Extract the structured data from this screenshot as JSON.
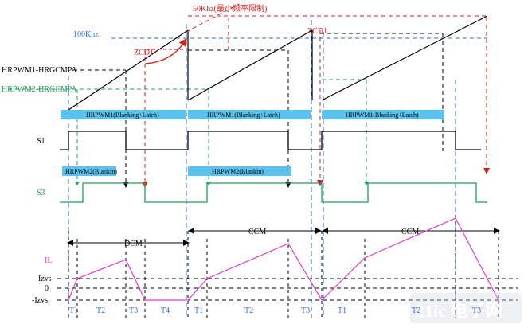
{
  "labels": {
    "freq_50k": "50Khz(最小频率限制)",
    "freq_100k": "100Khz",
    "zcd_left": "ZCD1",
    "zcd_right": "ZCD1",
    "hrpwm1_cmp": "HRPWM1-HRGCMPA",
    "hrpwm2_cmp": "HRPWM2-HRGCMPA",
    "s1": "S1",
    "s3": "S3",
    "il": "IL",
    "izvs": "Izvs",
    "zero": "0",
    "neg_izvs": "-Izvs",
    "dcm": "DCM",
    "ccm1": "CCM",
    "ccm2": "CCM"
  },
  "bars": {
    "hrpwm1_a": "HRPWM1(Blanking+Latch)",
    "hrpwm1_b": "HRPWM1(Blanking+Latch)",
    "hrpwm1_c": "HRPWM1(Blanking+Latch)",
    "hrpwm2_a": "HRPWM2(Blankin)",
    "hrpwm2_b": "HRPWM2(Blankin)"
  },
  "phases": [
    "T1",
    "T2",
    "T3",
    "T4",
    "T1",
    "T2",
    "T3",
    "T1",
    "T2",
    "T3"
  ],
  "watermark": "21ic 电子网",
  "colors": {
    "black": "#000000",
    "red": "#d81e1e",
    "blue": "#2f6fd6",
    "green": "#1aa05a",
    "bar": "#5bc2f0",
    "magenta": "#e63ad0"
  }
}
